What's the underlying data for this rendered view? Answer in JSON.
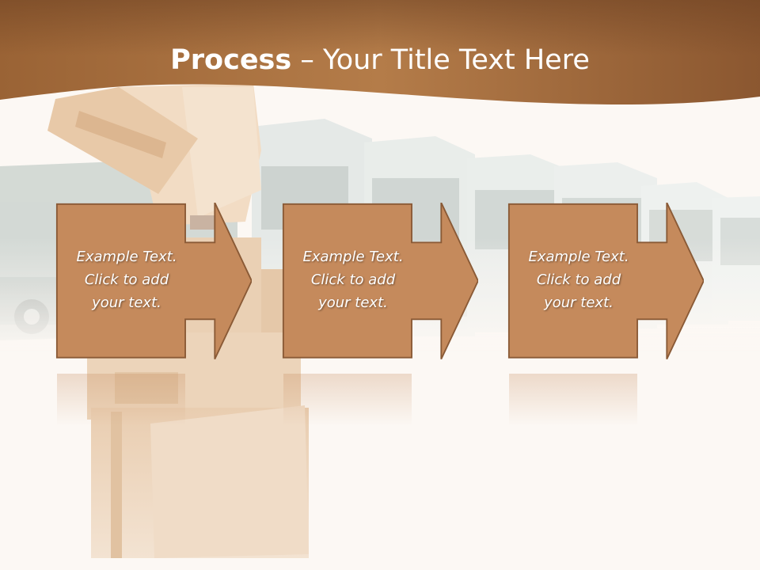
{
  "slide": {
    "title_bold": "Process",
    "title_rest": " – Your Title Text Here"
  },
  "steps": [
    {
      "line1": "Example Text.",
      "line2": "Click  to add",
      "line3": "your text."
    },
    {
      "line1": "Example Text.",
      "line2": "Click  to add",
      "line3": "your text."
    },
    {
      "line1": "Example Text.",
      "line2": "Click  to add",
      "line3": "your text."
    }
  ],
  "colors": {
    "header_brown": "#8f5a30",
    "box_fill": "#c58a5c",
    "box_stroke": "#8a5a36",
    "background": "#fcf8f4"
  },
  "icons": [
    "delivery-man-image",
    "truck-fleet-image",
    "cardboard-boxes-image",
    "arrow-right-icon"
  ]
}
